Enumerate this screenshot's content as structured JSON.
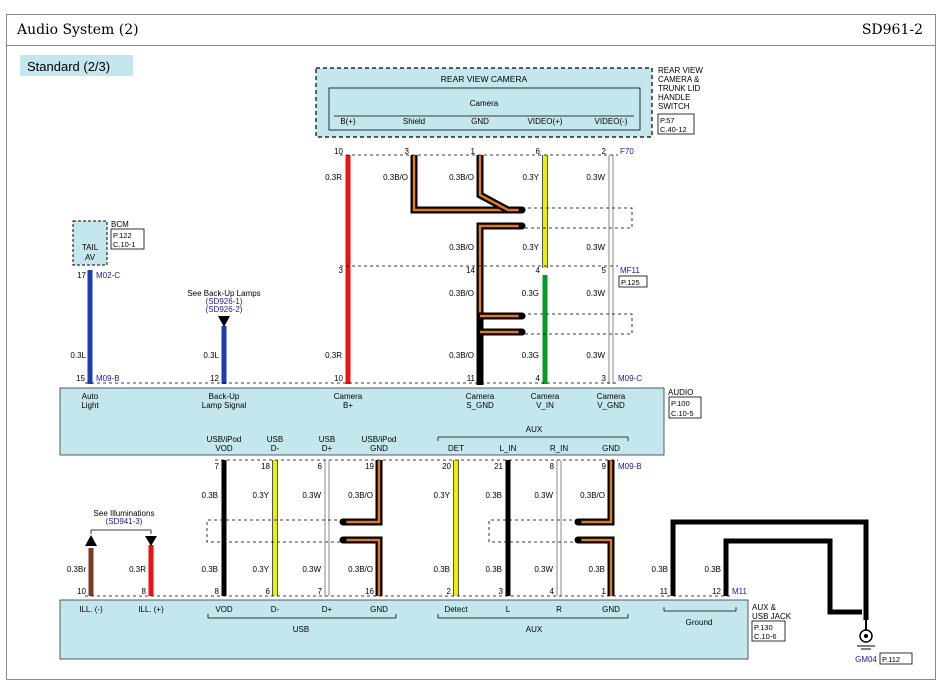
{
  "header": {
    "title": "Audio System (2)",
    "code": "SD961-2"
  },
  "variant": "Standard (2/3)",
  "rear_camera": {
    "name": "REAR VIEW CAMERA",
    "inner": "Camera",
    "callout": [
      "REAR VIEW",
      "CAMERA &",
      "TRUNK LID",
      "HANDLE",
      "SWITCH"
    ],
    "ref": [
      "P.57",
      "C.40-12"
    ],
    "pins": [
      "B(+)",
      "Shield",
      "GND",
      "VIDEO(+)",
      "VIDEO(-)"
    ],
    "pin_nums": [
      "10",
      "3",
      "1",
      "6",
      "2"
    ],
    "connector": "F70"
  },
  "wire_labels": {
    "cam_top": [
      "0.3R",
      "0.3B/O",
      "0.3B/O",
      "0.3Y",
      "0.3W"
    ],
    "cam_mid": [
      "0.3B/O",
      "0.3Y",
      "0.3W"
    ],
    "cam_low": [
      "0.3B/O",
      "0.3G",
      "0.3W"
    ],
    "cam_bot": [
      "0.3R",
      "0.3B/O",
      "0.3G",
      "0.3W"
    ],
    "mf11_pins": [
      "3",
      "14",
      "4",
      "5"
    ],
    "bcm": "0.3L",
    "backup": "0.3L"
  },
  "mf11": {
    "connector": "MF11",
    "ref": "P.125"
  },
  "bcm": {
    "name": "BCM",
    "ref": [
      "P.122",
      "C.10-1"
    ],
    "box": [
      "TAIL",
      "AV"
    ],
    "pin": "17",
    "connector": "M02-C"
  },
  "backup_ref": {
    "title": "See Back-Up Lamps",
    "links": [
      "(SD926-1)",
      "(SD926-2)"
    ]
  },
  "audio_unit": {
    "name": "AUDIO",
    "ref": [
      "P.100",
      "C.10-5"
    ],
    "top_pins": [
      "15",
      "12",
      "10",
      "11",
      "4",
      "3"
    ],
    "top_conn_a": "M09-B",
    "top_conn_b": "M09-C",
    "top_labels": [
      [
        "Auto",
        "Light"
      ],
      [
        "Back-Up",
        "Lamp Signal"
      ],
      [
        "Camera",
        "B+"
      ],
      [
        "Camera",
        "S_GND"
      ],
      [
        "Camera",
        "V_IN"
      ],
      [
        "Camera",
        "V_GND"
      ]
    ],
    "bottom_labels": [
      [
        "USB/iPod",
        "VOD"
      ],
      [
        "USB",
        "D-"
      ],
      [
        "USB",
        "D+"
      ],
      [
        "USB/iPod",
        "GND"
      ]
    ],
    "aux_group": "AUX",
    "aux_labels": [
      "DET",
      "L_IN",
      "R_IN",
      "GND"
    ],
    "bottom_pins": [
      "7",
      "18",
      "6",
      "19",
      "20",
      "21",
      "8",
      "9"
    ],
    "bottom_conn": "M09-B"
  },
  "lower_wires": {
    "top": [
      "0.3B",
      "0.3Y",
      "0.3W",
      "0.3B/O",
      "0.3Y",
      "0.3B",
      "0.3W",
      "0.3B/O"
    ],
    "bottom": [
      "0.3B",
      "0.3Y",
      "0.3W",
      "0.3B/O",
      "0.3B",
      "0.3B",
      "0.3W",
      "0.3B"
    ],
    "ill": [
      "0.3Br",
      "0.3R"
    ],
    "ground": [
      "0.3B",
      "0.3B"
    ]
  },
  "illum_ref": {
    "title": "See Illuminations",
    "link": "(SD941-3)"
  },
  "aux_jack": {
    "name": [
      "AUX &",
      "USB JACK"
    ],
    "ref": [
      "P.130",
      "C.10-6"
    ],
    "pins": [
      "10",
      "8",
      "8",
      "6",
      "7",
      "16",
      "2",
      "3",
      "4",
      "1",
      "11",
      "12"
    ],
    "connector": "M11",
    "labels": [
      "ILL. (-)",
      "ILL. (+)",
      "VOD",
      "D-",
      "D+",
      "GND",
      "Detect",
      "L",
      "R",
      "GND"
    ],
    "groups": [
      "USB",
      "AUX",
      "Ground"
    ]
  },
  "ground_point": {
    "name": "GM04",
    "ref": "P.112"
  },
  "colors": {
    "box": "#c4e7ee",
    "link": "#1a1aa0",
    "red": "#ee1111",
    "yellow": "#eeee00",
    "green": "#0a9a2a",
    "blue": "#1a3faa",
    "brown": "#7a3b22",
    "orange": "#e07a20"
  }
}
